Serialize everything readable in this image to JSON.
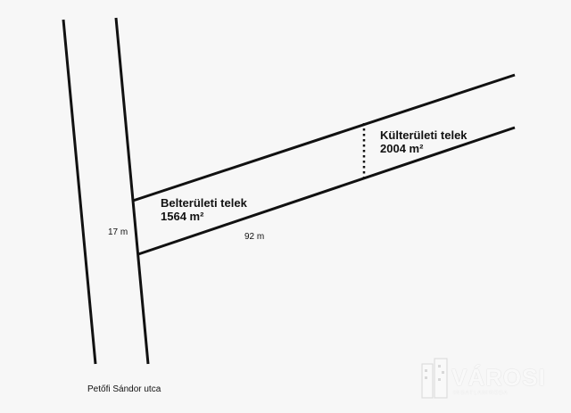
{
  "labels": {
    "belterulet_title": "Belterületi telek",
    "belterulet_area": "1564 m²",
    "kulterulet_title": "Külterületi telek",
    "kulterulet_area": "2004 m²",
    "width_label": "17 m",
    "length_label": "92 m",
    "street_name": "Petőfi Sándor utca"
  },
  "watermark": {
    "text": "VÁROSI",
    "subtext": "INGATLANIRODA"
  },
  "colors": {
    "line": "#111111",
    "background": "#f7f7f7"
  }
}
